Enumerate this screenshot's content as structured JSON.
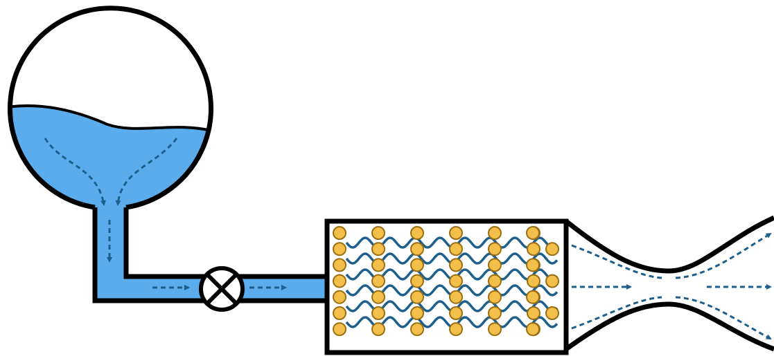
{
  "diagram": {
    "components": [
      {
        "name": "spherical-tank",
        "contents": "liquid"
      },
      {
        "name": "feed-pipe"
      },
      {
        "name": "valve",
        "symbol": "circle-with-x"
      },
      {
        "name": "packed-bed",
        "pellet_rows": 7,
        "pellet_columns": 6,
        "wave_lines": 6
      },
      {
        "name": "converging-diverging-nozzle"
      }
    ],
    "colors": {
      "liquid": "#5aacec",
      "flow_arrow": "#1c5e8c",
      "pellet_fill": "#f2c04a",
      "pellet_stroke": "#9a6d12",
      "wave": "#1c5e8c",
      "outline": "#000000",
      "background": "#ffffff"
    }
  }
}
